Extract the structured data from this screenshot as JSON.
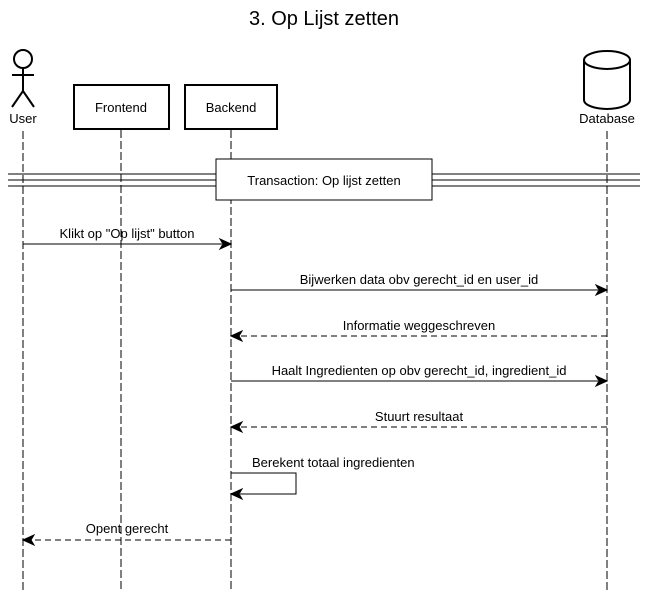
{
  "diagram": {
    "title": "3. Op Lijst zetten",
    "participants": {
      "user": "User",
      "frontend": "Frontend",
      "backend": "Backend",
      "database": "Database"
    },
    "transaction_label": "Transaction: Op lijst zetten",
    "messages": [
      {
        "from": "user",
        "to": "backend",
        "type": "sync",
        "label": "Klikt op \"Op lijst\" button"
      },
      {
        "from": "backend",
        "to": "database",
        "type": "sync",
        "label": "Bijwerken data obv gerecht_id en user_id"
      },
      {
        "from": "database",
        "to": "backend",
        "type": "return",
        "label": "Informatie weggeschreven"
      },
      {
        "from": "backend",
        "to": "database",
        "type": "sync",
        "label": "Haalt Ingredienten op obv gerecht_id, ingredient_id"
      },
      {
        "from": "database",
        "to": "backend",
        "type": "return",
        "label": "Stuurt resultaat"
      },
      {
        "from": "backend",
        "to": "backend",
        "type": "self",
        "label": "Berekent totaal ingredienten"
      },
      {
        "from": "backend",
        "to": "user",
        "type": "return",
        "label": "Opent gerecht"
      }
    ]
  }
}
